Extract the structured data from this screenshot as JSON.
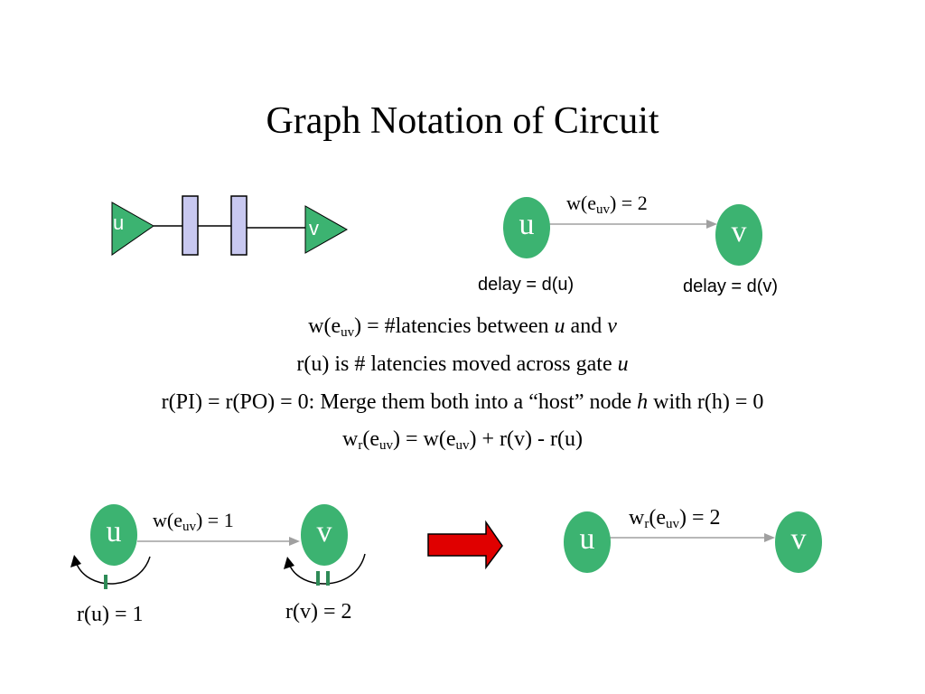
{
  "title": "Graph Notation of Circuit",
  "circuit": {
    "gate_u_label": "u",
    "gate_v_label": "v"
  },
  "graph_top": {
    "node_u": "u",
    "node_v": "v",
    "edge_weight": {
      "pre": "w(e",
      "sub": "uv",
      "post": ") = 2"
    },
    "delay_u": "delay = d(u)",
    "delay_v": "delay = d(v)"
  },
  "definitions": {
    "line1": {
      "a": "w(e",
      "sub": "uv",
      "b": ") =  #latencies between ",
      "i1": "u",
      "c": " and ",
      "i2": "v"
    },
    "line2": {
      "a": "r(u) is  # latencies moved across gate ",
      "i1": "u"
    },
    "line3": {
      "a": "r(PI) = r(PO) = 0: Merge them both into a “host” node ",
      "i1": "h",
      "b": " with r(h) = 0"
    },
    "line4": {
      "a": "w",
      "sub1": "r",
      "b": "(e",
      "sub2": "uv",
      "c": ") = w(e",
      "sub3": "uv",
      "d": ") + r(v) - r(u)"
    }
  },
  "graph_left": {
    "node_u": "u",
    "node_v": "v",
    "edge_weight": {
      "pre": "w(e",
      "sub": "uv",
      "post": ") = 1"
    },
    "r_u": "r(u) = 1",
    "r_v": "r(v) = 2"
  },
  "graph_right": {
    "node_u": "u",
    "node_v": "v",
    "edge_weight": {
      "pre": "w",
      "sub1": "r",
      "mid": "(e",
      "sub2": "uv",
      "post": ") = 2"
    }
  },
  "colors": {
    "node": "#3cb371",
    "latch": "#c8c8f0",
    "arrow": "#e00000",
    "edge": "#a0a0a0",
    "latch_small": "#2e8b57"
  },
  "icons": [
    "right-arrow-icon",
    "retime-arc-icon"
  ]
}
